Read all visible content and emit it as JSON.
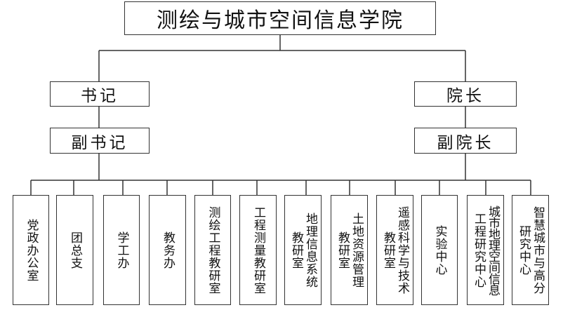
{
  "root": {
    "label": "测绘与城市空间信息学院"
  },
  "left_branch": {
    "label": "书记",
    "deputy": "副书记"
  },
  "right_branch": {
    "label": "院长",
    "deputy": "副院长"
  },
  "units": [
    {
      "id": "party-office",
      "lines": [
        "党政办公室"
      ]
    },
    {
      "id": "youth-league",
      "lines": [
        "团总支"
      ]
    },
    {
      "id": "student-affairs",
      "lines": [
        "学工办"
      ]
    },
    {
      "id": "academic-affairs",
      "lines": [
        "教务办"
      ]
    },
    {
      "id": "surveying-eng",
      "lines": [
        "测绘工程教研室"
      ]
    },
    {
      "id": "eng-surveying",
      "lines": [
        "工程测量教研室"
      ]
    },
    {
      "id": "geoinfo",
      "lines": [
        "地理信息系统",
        "教研室"
      ]
    },
    {
      "id": "land-resources",
      "lines": [
        "土地资源管理",
        "教研室"
      ]
    },
    {
      "id": "remote-sensing",
      "lines": [
        "遥感科学与技术",
        "教研室"
      ]
    },
    {
      "id": "lab-center",
      "lines": [
        "实验中心"
      ]
    },
    {
      "id": "urban-geo-center",
      "lines": [
        "城市地理空间信息",
        "工程研究中心"
      ]
    },
    {
      "id": "smart-city-center",
      "lines": [
        "智慧城市与高分",
        "研究中心"
      ]
    }
  ]
}
